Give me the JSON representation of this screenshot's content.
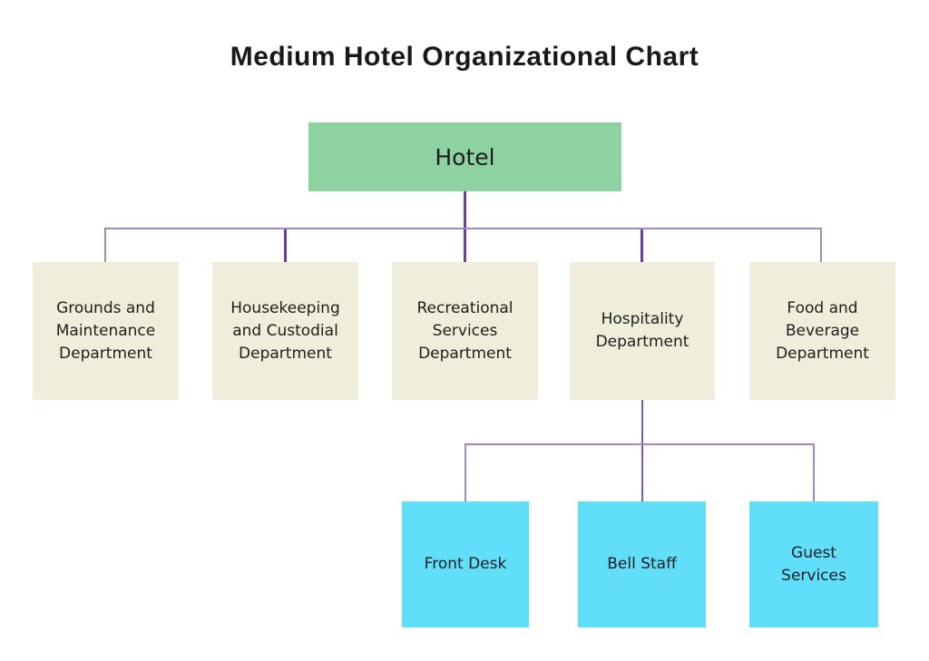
{
  "title": "Medium Hotel Organizational Chart",
  "colors": {
    "root_fill": "#8ed2a2",
    "department_fill": "#f0eddb",
    "sub_fill": "#61dffa",
    "connector_thin": "#a188c0",
    "connector_mid": "#8157ae",
    "connector_thick": "#6a3da1",
    "text": "#1d1d1d"
  },
  "org": {
    "root": {
      "label": "Hotel"
    },
    "departments": [
      {
        "label": "Grounds and\nMaintenance\nDepartment"
      },
      {
        "label": "Housekeeping\nand Custodial\nDepartment"
      },
      {
        "label": "Recreational\nServices\nDepartment"
      },
      {
        "label": "Hospitality\nDepartment"
      },
      {
        "label": "Food and\nBeverage\nDepartment"
      }
    ],
    "hospitality_children": [
      {
        "label": "Front Desk"
      },
      {
        "label": "Bell Staff"
      },
      {
        "label": "Guest\nServices"
      }
    ]
  }
}
